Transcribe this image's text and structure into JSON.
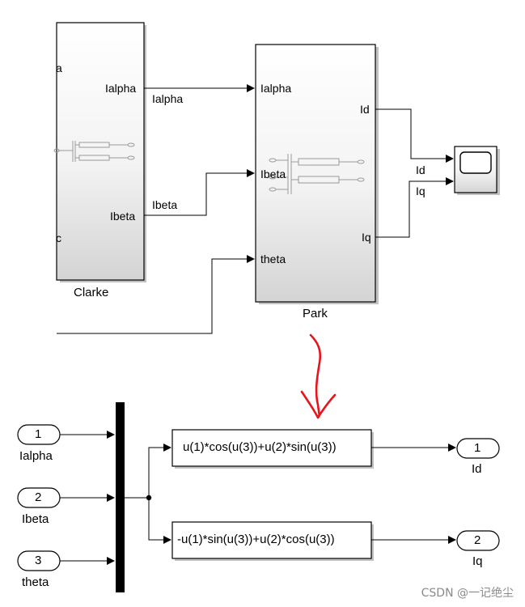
{
  "clarke_block": {
    "name": "Clarke",
    "out_ports": [
      "Ialpha",
      "Ibeta"
    ],
    "partial_labels": [
      "a",
      "c"
    ]
  },
  "park_block": {
    "name": "Park",
    "in_ports": [
      "Ialpha",
      "Ibeta",
      "theta"
    ],
    "out_ports": [
      "Id",
      "Iq"
    ]
  },
  "signals": {
    "ialpha": "Ialpha",
    "ibeta": "Ibeta",
    "id": "Id",
    "iq": "Iq"
  },
  "subsystem": {
    "inports": [
      {
        "number": "1",
        "name": "Ialpha"
      },
      {
        "number": "2",
        "name": "Ibeta"
      },
      {
        "number": "3",
        "name": "theta"
      }
    ],
    "fcn_blocks": [
      "u(1)*cos(u(3))+u(2)*sin(u(3))",
      "-u(1)*sin(u(3))+u(2)*cos(u(3))"
    ],
    "outports": [
      {
        "number": "1",
        "name": "Id"
      },
      {
        "number": "2",
        "name": "Iq"
      }
    ]
  },
  "watermark": "CSDN @一记绝尘",
  "colors": {
    "line": "#000000",
    "annotation": "#e8141c",
    "block_top": "#ffffff",
    "block_bottom": "#d9d9d9"
  }
}
